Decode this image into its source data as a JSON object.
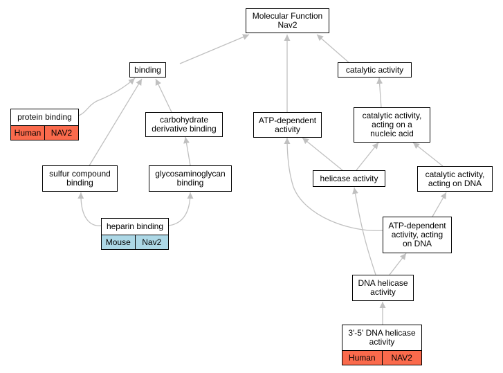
{
  "colors": {
    "edge": "#c0c0c0",
    "human_tag": "#fa6a4c",
    "mouse_tag": "#add8e6"
  },
  "nodes": {
    "molecular_function": {
      "label": "Molecular Function\nNav2"
    },
    "binding": {
      "label": "binding"
    },
    "catalytic_activity": {
      "label": "catalytic activity"
    },
    "protein_binding": {
      "label": "protein binding",
      "tags": [
        "Human",
        "NAV2"
      ]
    },
    "carbohydrate_derivative_binding": {
      "label": "carbohydrate\nderivative binding"
    },
    "atp_dependent_activity": {
      "label": "ATP-dependent\nactivity"
    },
    "catalytic_nucleic_acid": {
      "label": "catalytic activity,\nacting on a\nnucleic acid"
    },
    "sulfur_compound_binding": {
      "label": "sulfur compound\nbinding"
    },
    "glycosaminoglycan_binding": {
      "label": "glycosaminoglycan\nbinding"
    },
    "helicase_activity": {
      "label": "helicase activity"
    },
    "catalytic_dna": {
      "label": "catalytic activity,\nacting on DNA"
    },
    "heparin_binding": {
      "label": "heparin binding",
      "tags": [
        "Mouse",
        "Nav2"
      ]
    },
    "atp_dependent_dna": {
      "label": "ATP-dependent\nactivity, acting\non DNA"
    },
    "dna_helicase_activity": {
      "label": "DNA helicase\nactivity"
    },
    "dna_helicase_3_5": {
      "label": "3'-5' DNA helicase\nactivity",
      "tags": [
        "Human",
        "NAV2"
      ]
    }
  }
}
